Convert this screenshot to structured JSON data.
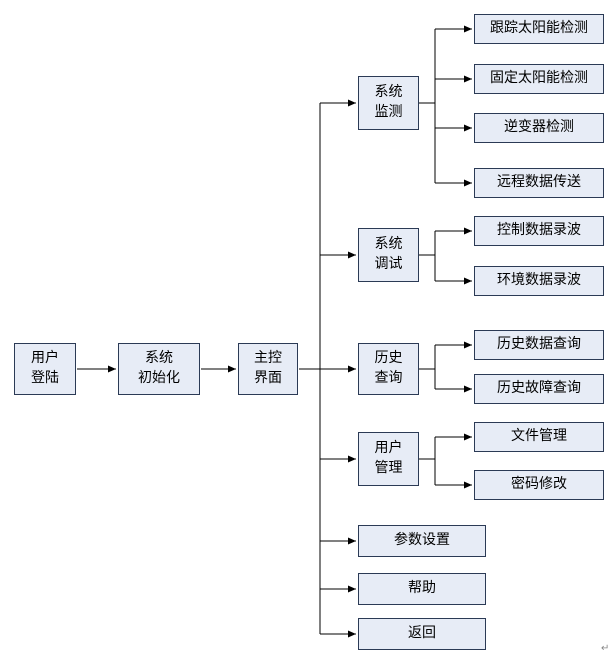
{
  "nodes": {
    "login": {
      "label": "用户\n登陆"
    },
    "init": {
      "label": "系统\n初始化"
    },
    "main": {
      "label": "主控\n界面"
    },
    "monitor": {
      "label": "系统\n监测"
    },
    "debug": {
      "label": "系统\n调试"
    },
    "history": {
      "label": "历史\n查询"
    },
    "user": {
      "label": "用户\n管理"
    },
    "param": {
      "label": "参数设置"
    },
    "help": {
      "label": "帮助"
    },
    "return": {
      "label": "返回"
    },
    "leaf_track": {
      "label": "跟踪太阳能检测"
    },
    "leaf_fixed": {
      "label": "固定太阳能检测"
    },
    "leaf_inverter": {
      "label": "逆变器检测"
    },
    "leaf_remote": {
      "label": "远程数据传送"
    },
    "leaf_ctrl": {
      "label": "控制数据录波"
    },
    "leaf_env": {
      "label": "环境数据录波"
    },
    "leaf_histdata": {
      "label": "历史数据查询"
    },
    "leaf_histfault": {
      "label": "历史故障查询"
    },
    "leaf_file": {
      "label": "文件管理"
    },
    "leaf_pwd": {
      "label": "密码修改"
    }
  },
  "artifact": {
    "mark": "↵"
  },
  "colors": {
    "background": "#FFFFFF",
    "box_fill": "#E7ECF6",
    "box_border": "#2B3A55",
    "line": "#000000"
  }
}
